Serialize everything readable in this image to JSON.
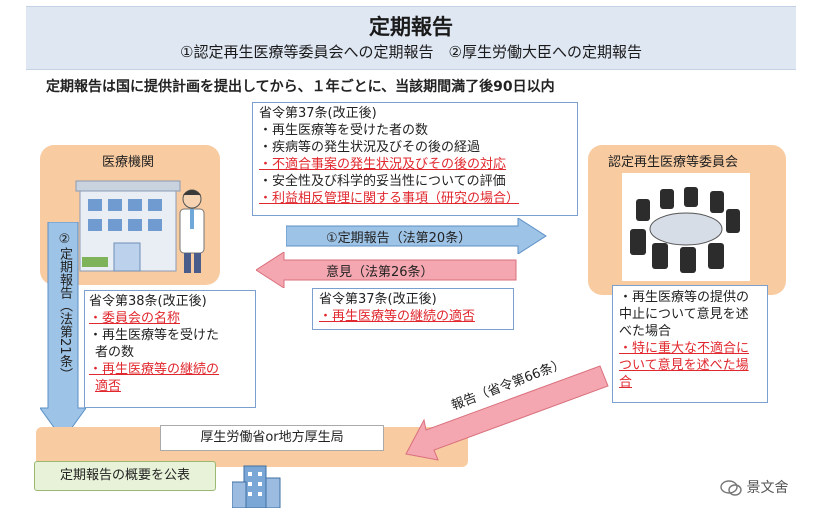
{
  "header": {
    "title": "定期報告",
    "subtitle": "①認定再生医療等委員会への定期報告　②厚生労働大臣への定期報告"
  },
  "intro": "定期報告は国に提供計画を提出してから、１年ごとに、当該期間満了後90日以内",
  "left_panel": {
    "title": "医療機関"
  },
  "right_panel": {
    "title": "認定再生医療等委員会"
  },
  "box_top": {
    "lines": [
      "省令第37条(改正後)",
      "・再生医療等を受けた者の数",
      "・疾病等の発生状況及びその後の経過",
      "・不適合事案の発生状況及びその後の対応",
      "・安全性及び科学的妥当性についての評価",
      "・利益相反管理に関する事項（研究の場合）"
    ]
  },
  "box_mid": {
    "lines": [
      "省令第37条(改正後)",
      "・再生医療等の継続の適否"
    ]
  },
  "box_left": {
    "lines": [
      "省令第38条(改正後)",
      "・委員会の名称",
      "・再生医療等を受けた",
      "者の数",
      "・再生医療等の継続の",
      "適否"
    ]
  },
  "box_right": {
    "lines": [
      "・再生医療等の提供の中止について意見を述べた場合",
      "・特に重大な不適合について意見を述べた場合"
    ]
  },
  "arrows": {
    "report1": "①定期報告（法第20条）",
    "opinion": "意見（法第26条）",
    "report2_vertical": "②定期報告（法第21条）",
    "report_diag": "報告（省令第66条）"
  },
  "bureau": "厚生労働省or地方厚生局",
  "summary": "定期報告の概要を公表",
  "watermark": "景文舍",
  "colors": {
    "header_bg": "#dfe7f3",
    "panel_orange": "#f8cba1",
    "arrow_blue": "#9dc3e6",
    "arrow_pink": "#f4a7b0",
    "red_text": "#e0282e",
    "summary_green": "#e8f2d8"
  },
  "icons": [
    "hospital-icon",
    "doctor-icon",
    "meeting-room-icon",
    "government-building-icon",
    "wechat-icon"
  ]
}
